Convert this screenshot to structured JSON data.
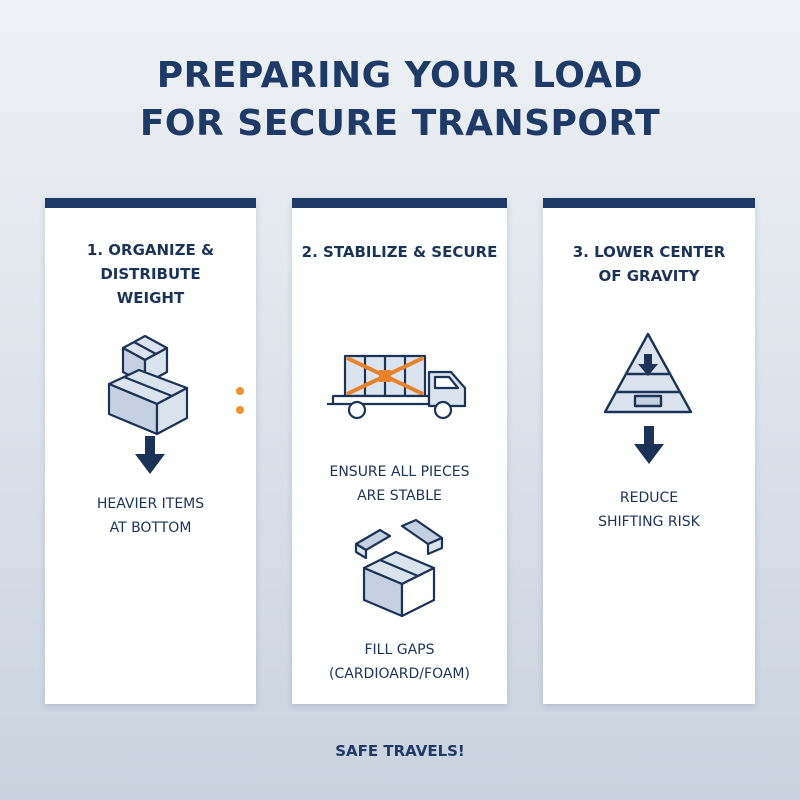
{
  "title": {
    "line1": "PREPARING YOUR LOAD",
    "line2": "FOR SECURE TRANSPORT"
  },
  "steps": [
    {
      "heading_lines": [
        "1. ORGANIZE &",
        "DISTRIBUTE",
        "WEIGHT"
      ],
      "icon": "stacked-boxes-icon",
      "secondary_icon": "arrow-down-icon",
      "caption_lines": [
        "HEAVIER ITEMS",
        "AT BOTTOM"
      ]
    },
    {
      "heading_lines": [
        "2. STABILIZE & SECURE"
      ],
      "icon": "strapped-truck-icon",
      "caption_lines": [
        "ENSURE ALL PIECES",
        "ARE STABLE"
      ],
      "secondary_icon": "box-with-padding-icon",
      "caption2_lines": [
        "FILL GAPS",
        "(CARDIOARD/FOAM)"
      ]
    },
    {
      "heading_lines": [
        "3. LOWER CENTER",
        "OF GRAVITY"
      ],
      "icon": "gravity-pyramid-icon",
      "secondary_icon": "arrow-down-icon",
      "caption_lines": [
        "REDUCE",
        "SHIFTING RISK"
      ]
    }
  ],
  "footer": "SAFE TRAVELS!",
  "colors": {
    "navy": "#1e3a66",
    "accent_orange": "#f0922b",
    "strap_orange": "#e8822a",
    "card_bg": "#ffffff"
  }
}
